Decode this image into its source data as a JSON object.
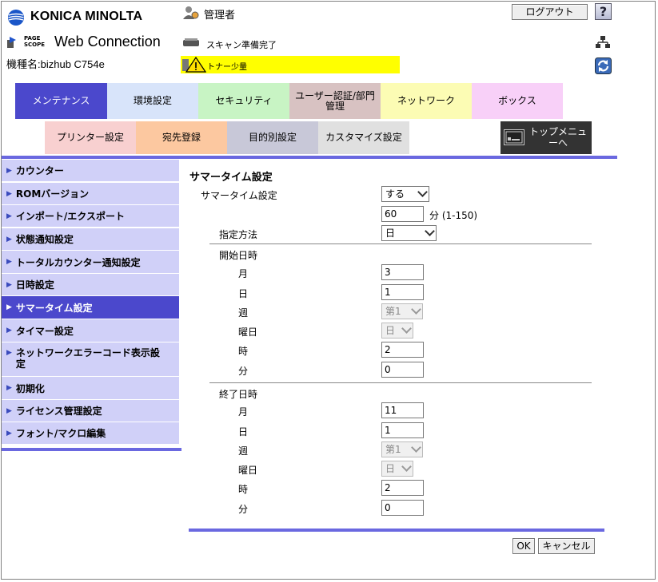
{
  "brand": {
    "name": "KONICA MINOLTA",
    "product_small_1": "PAGE",
    "product_small_2": "SCOPE",
    "product": "Web Connection",
    "model": "機種名:bizhub C754e"
  },
  "header": {
    "user": "管理者",
    "logout": "ログアウト",
    "help": "?",
    "status_scan": "スキャン準備完了",
    "status_toner": "トナー少量"
  },
  "main_tabs": [
    {
      "label": "メンテナンス"
    },
    {
      "label": "環境設定"
    },
    {
      "label": "セキュリティ"
    },
    {
      "label": "ユーザー認証/部門管理"
    },
    {
      "label": "ネットワーク"
    },
    {
      "label": "ボックス"
    }
  ],
  "sub_tabs": [
    {
      "label": "プリンター設定"
    },
    {
      "label": "宛先登録"
    },
    {
      "label": "目的別設定"
    },
    {
      "label": "カスタマイズ設定"
    }
  ],
  "top_menu": "トップメニューへ",
  "sidebar": {
    "items": [
      {
        "label": "カウンター"
      },
      {
        "label": "ROMバージョン"
      },
      {
        "label": "インポート/エクスポート"
      },
      {
        "label": "状態通知設定"
      },
      {
        "label": "トータルカウンター通知設定"
      },
      {
        "label": "日時設定"
      },
      {
        "label": "サマータイム設定"
      },
      {
        "label": "タイマー設定"
      },
      {
        "label": "ネットワークエラーコード表示設定"
      },
      {
        "label": "初期化"
      },
      {
        "label": "ライセンス管理設定"
      },
      {
        "label": "フォント/マクロ編集"
      }
    ]
  },
  "form": {
    "title": "サマータイム設定",
    "summer_label": "サマータイム設定",
    "summer_value": "する",
    "minutes_value": "60",
    "minutes_unit": "分 (1-150)",
    "method_label": "指定方法",
    "method_value": "日",
    "start_label": "開始日時",
    "end_label": "終了日時",
    "month_label": "月",
    "day_label": "日",
    "week_label": "週",
    "weekday_label": "曜日",
    "hour_label": "時",
    "minute_label": "分",
    "start": {
      "month": "3",
      "day": "1",
      "week": "第1",
      "weekday": "日",
      "hour": "2",
      "minute": "0"
    },
    "end": {
      "month": "11",
      "day": "1",
      "week": "第1",
      "weekday": "日",
      "hour": "2",
      "minute": "0"
    },
    "ok": "OK",
    "cancel": "キャンセル"
  }
}
